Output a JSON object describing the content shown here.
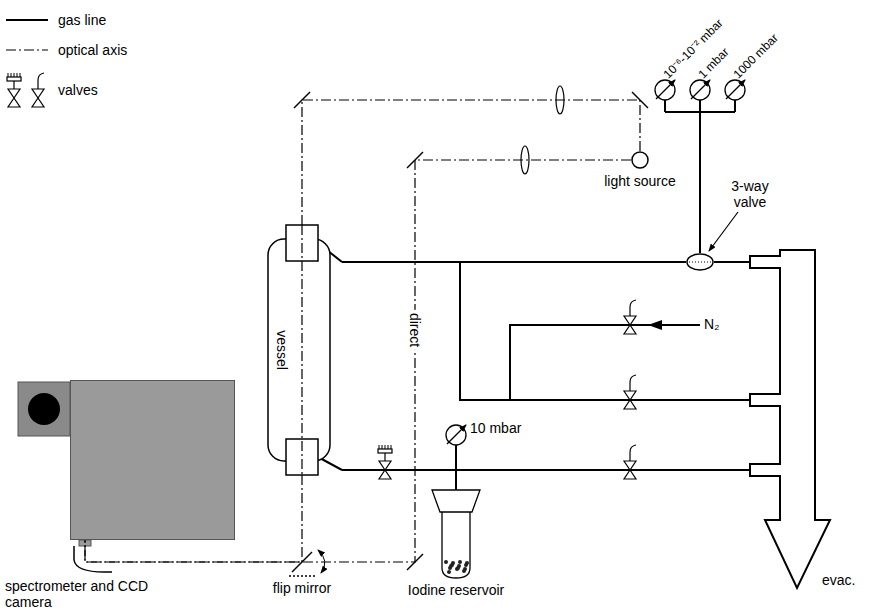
{
  "diagram": {
    "nodes": [
      {
        "text": [
          "light source"
        ]
      },
      {
        "text": [
          "3-way valve"
        ]
      },
      {
        "text": [
          "vessel"
        ]
      },
      {
        "text": [
          "Iodine reservoir"
        ]
      },
      {
        "text": [
          "spectrometer and CCD camera"
        ]
      },
      {
        "text": [
          "evac."
        ]
      }
    ],
    "edges": [
      {
        "from": 2,
        "to": 1,
        "arrow": "none"
      },
      {
        "from": 1,
        "to": 5,
        "arrow": "none"
      },
      {
        "from": 2,
        "to": 5,
        "arrow": "none"
      },
      {
        "from": 2,
        "to": 5,
        "arrow": "none"
      },
      {
        "from": 3,
        "to": 2,
        "arrow": "none"
      },
      {
        "from": 3,
        "to": 5,
        "arrow": "none"
      },
      {
        "from": 0,
        "to": 2,
        "arrow": "none"
      },
      {
        "from": 2,
        "to": 4,
        "arrow": "none"
      },
      {
        "from": 0,
        "to": 4,
        "label": "direct",
        "arrow": "none"
      }
    ],
    "labels": [
      "10⁻⁶-10⁻² mbar",
      "1 mbar",
      "1000 mbar",
      "10 mbar",
      "N₂",
      "flip mirror"
    ],
    "legend": [
      {
        "text": "gas line"
      },
      {
        "text": "optical axis"
      },
      {
        "text": "valves"
      }
    ]
  }
}
